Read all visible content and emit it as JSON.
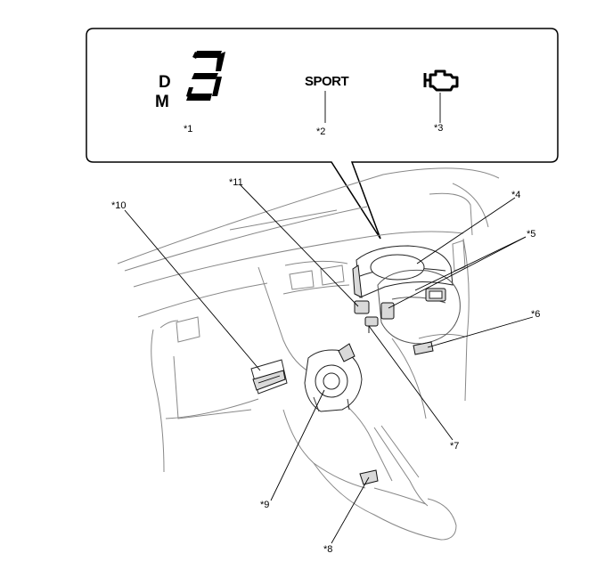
{
  "indicators": {
    "dm_top": "D",
    "dm_bottom": "M",
    "gear_digit": "3",
    "sport": "SPORT",
    "engine_icon": "check-engine-icon"
  },
  "callouts": {
    "c1": "*1",
    "c2": "*2",
    "c3": "*3",
    "c4": "*4",
    "c5": "*5",
    "c6": "*6",
    "c7": "*7",
    "c8": "*8",
    "c9": "*9",
    "c10": "*10",
    "c11": "*11"
  }
}
